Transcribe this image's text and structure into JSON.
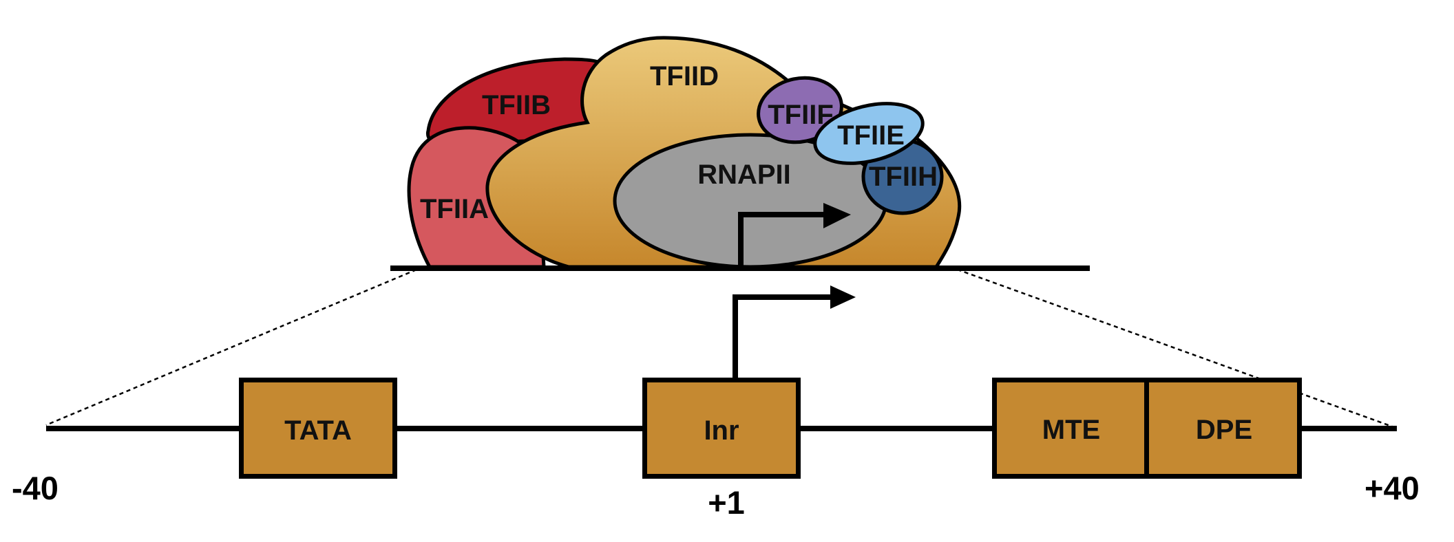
{
  "figure": {
    "title": "",
    "complex": {
      "proteins": [
        {
          "id": "tfiib",
          "label": "TFIIB",
          "color": "#bd1f2b"
        },
        {
          "id": "tfiia",
          "label": "TFIIA",
          "color": "#d5585e"
        },
        {
          "id": "tfiid",
          "label": "TFIID",
          "color_top": "#ebc97a",
          "color_bottom": "#c6872c"
        },
        {
          "id": "rnapii",
          "label": "RNAPII",
          "color": "#9c9c9c"
        },
        {
          "id": "tfiif",
          "label": "TFIIF",
          "color": "#8d6cb2"
        },
        {
          "id": "tfiie",
          "label": "TFIIE",
          "color": "#8ec5ee"
        },
        {
          "id": "tfiih",
          "label": "TFIIH",
          "color": "#3b6494"
        }
      ],
      "tss_arrow": "transcription-start-arrow"
    },
    "promoter": {
      "elements": [
        {
          "id": "tata",
          "label": "TATA"
        },
        {
          "id": "inr",
          "label": "Inr"
        },
        {
          "id": "mte",
          "label": "MTE"
        },
        {
          "id": "dpe",
          "label": "DPE"
        }
      ],
      "box_color": "#c58931",
      "positions": {
        "start": "-40",
        "tss": "+1",
        "end": "+40"
      },
      "tss_arrow": "transcription-start-arrow"
    }
  }
}
